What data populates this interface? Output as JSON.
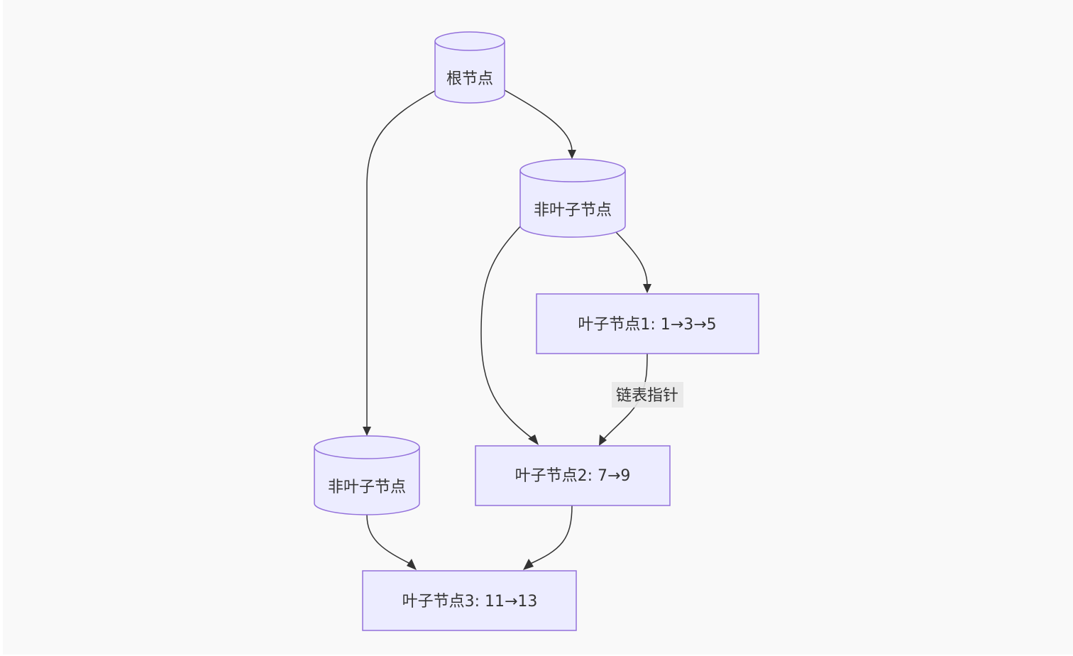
{
  "diagram": {
    "nodes": {
      "root": {
        "label": "根节点",
        "shape": "cylinder"
      },
      "nonleaf_right": {
        "label": "非叶子节点",
        "shape": "cylinder"
      },
      "nonleaf_left": {
        "label": "非叶子节点",
        "shape": "cylinder"
      },
      "leaf1": {
        "label": "叶子节点1: 1→3→5",
        "shape": "rect"
      },
      "leaf2": {
        "label": "叶子节点2: 7→9",
        "shape": "rect"
      },
      "leaf3": {
        "label": "叶子节点3: 11→13",
        "shape": "rect"
      }
    },
    "edges": [
      {
        "from": "root",
        "to": "nonleaf_right",
        "label": ""
      },
      {
        "from": "root",
        "to": "nonleaf_left",
        "label": ""
      },
      {
        "from": "nonleaf_right",
        "to": "leaf1",
        "label": ""
      },
      {
        "from": "nonleaf_right",
        "to": "leaf2",
        "label": ""
      },
      {
        "from": "leaf1",
        "to": "leaf2",
        "label": "链表指针"
      },
      {
        "from": "nonleaf_left",
        "to": "leaf3",
        "label": ""
      },
      {
        "from": "leaf2",
        "to": "leaf3",
        "label": ""
      }
    ],
    "colors": {
      "node_fill": "#ECECFF",
      "node_stroke": "#9370DB",
      "edge": "#333333",
      "background": "#f9f9f9"
    }
  }
}
